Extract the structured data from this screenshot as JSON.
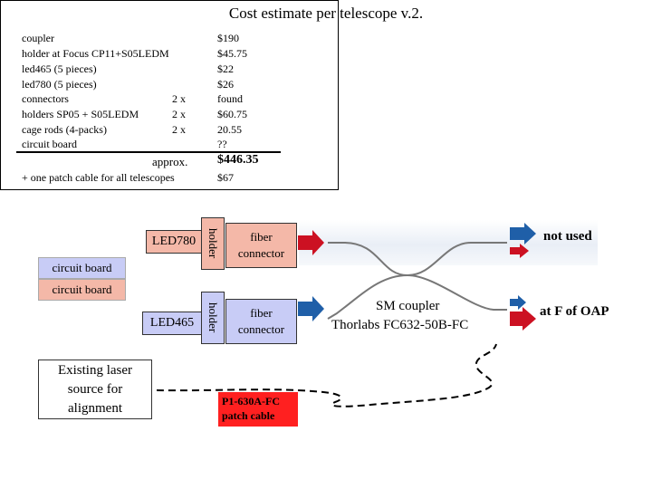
{
  "cost_table": {
    "title": "Cost estimate per telescope v.2.",
    "rows": [
      {
        "item": "coupler",
        "qty": "",
        "cost": "$190"
      },
      {
        "item": "holder at Focus CP11+S05LEDM",
        "qty": "",
        "cost": "$45.75"
      },
      {
        "item": "led465 (5 pieces)",
        "qty": "",
        "cost": "$22"
      },
      {
        "item": "led780 (5 pieces)",
        "qty": "",
        "cost": "$26"
      },
      {
        "item": "connectors",
        "qty": "2 x",
        "cost": "found"
      },
      {
        "item": "holders  SP05 + S05LEDM",
        "qty": "2 x",
        "cost": "$60.75"
      },
      {
        "item": "cage rods (4-packs)",
        "qty": "2 x",
        "cost": "20.55"
      },
      {
        "item": "circuit board",
        "qty": "",
        "cost": "??"
      }
    ],
    "total_label": "approx.",
    "total_value": "$446.35",
    "extra_item": "+ one patch cable for all telescopes",
    "extra_cost": "$67"
  },
  "diagram": {
    "circuit_board_blue": "circuit board",
    "circuit_board_pink": "circuit board",
    "led780": "LED780",
    "led465": "LED465",
    "holder_top": "holder",
    "holder_bottom": "holder",
    "fiber_top": "fiber connector",
    "fiber_bottom": "fiber connector",
    "output_top": "not used",
    "output_bottom": "at F of OAP",
    "coupler_line1": "SM coupler",
    "coupler_line2": "Thorlabs FC632-50B-FC",
    "laser_source": "Existing laser source for alignment",
    "patch_cable": "P1-630A-FC patch cable"
  },
  "colors": {
    "red_arrow": "#cc1122",
    "blue_arrow": "#1f5fa8",
    "pink_box": "#f4b8a8",
    "blue_box": "#c8ccf6",
    "patch_red": "#ff2020"
  }
}
